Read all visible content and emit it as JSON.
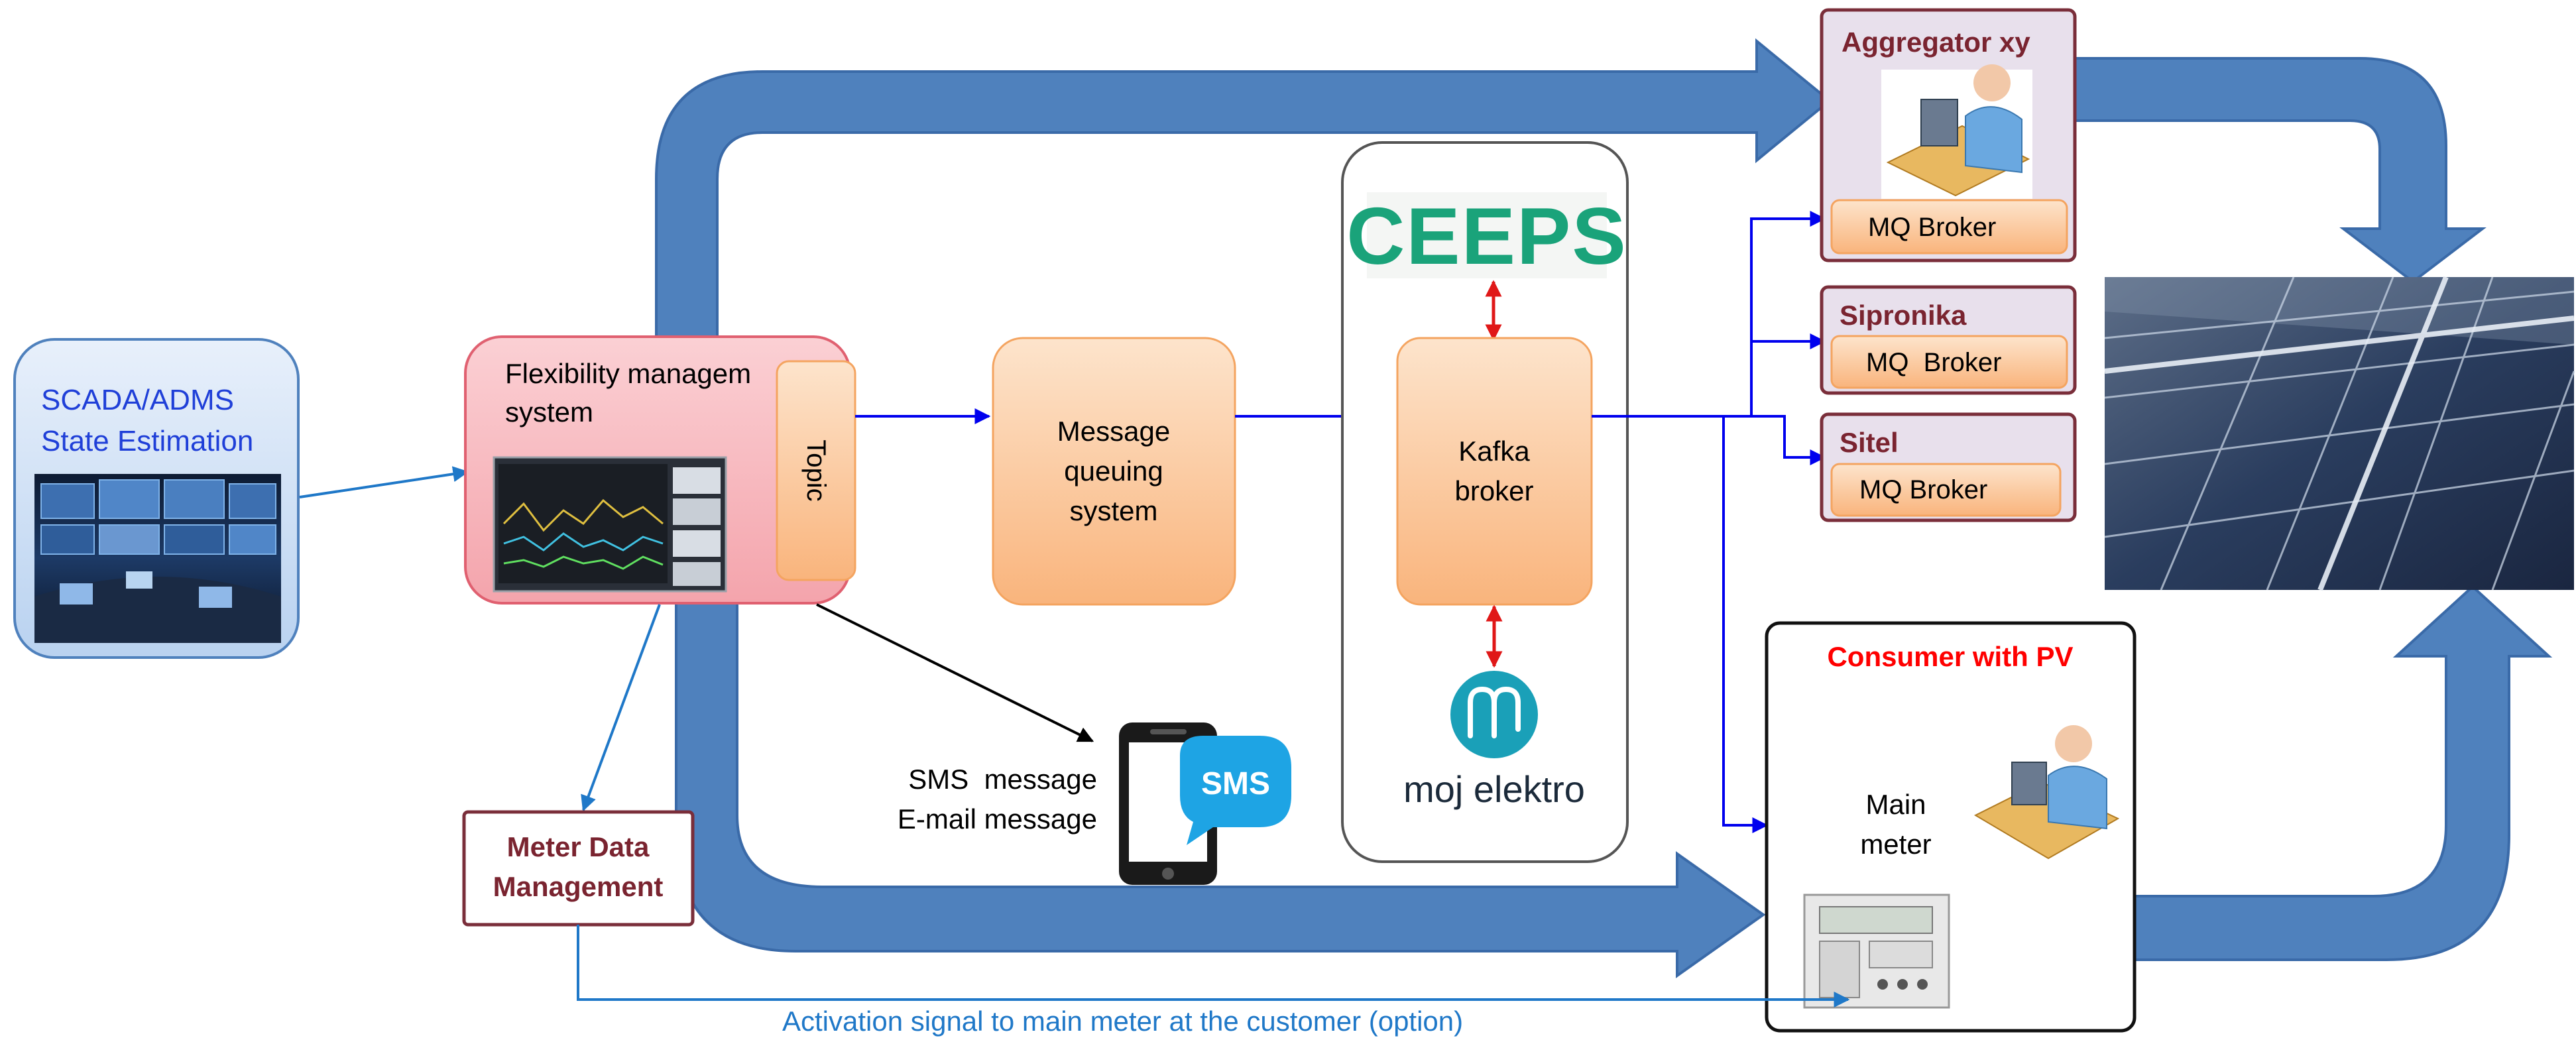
{
  "scada": {
    "line1": "SCADA/ADMS",
    "line2": "State Estimation"
  },
  "flexibility": {
    "line1": "Flexibility managem",
    "line2": "system",
    "topic": "Topic"
  },
  "mq_system": {
    "line1": "Message",
    "line2": "queuing",
    "line3": "system"
  },
  "kafka": {
    "line1": "Kafka",
    "line2": "broker"
  },
  "ceeps_logo": "CEEPS",
  "moj_elektro_logo": "moj elektro",
  "aggregator": {
    "title": "Aggregator xy",
    "broker": "MQ Broker"
  },
  "sipronika": {
    "title": "Sipronika",
    "broker": "MQ  Broker"
  },
  "sitel": {
    "title": "Sitel",
    "broker": "MQ Broker"
  },
  "consumer": {
    "title": "Consumer with PV",
    "meter_line1": "Main",
    "meter_line2": "meter"
  },
  "mdm": {
    "line1": "Meter Data",
    "line2": "Management"
  },
  "messages": {
    "sms": "SMS  message",
    "email": "E-mail message"
  },
  "sms_icon_text": "SMS",
  "activation_signal": "Activation signal to main meter at the customer (option)",
  "colors": {
    "flow_arrow": "#4f81bd",
    "flow_arrow_edge": "#3a6aa8",
    "connector_blue": "#0000ee",
    "connector_light": "#1f78c8",
    "red_arrow": "#e01818",
    "orange_box_top": "#fde2c6",
    "orange_box_bottom": "#f9b47c",
    "orange_border": "#f4a460",
    "pink_box": "#f8b8be",
    "scada_box": "#c9dcf4",
    "maroon_border": "#7a2e3a",
    "maroon_text": "#7a2430",
    "consumer_title": "#ff0000",
    "ceeps_green": "#1aa37a",
    "mojelektro_teal": "#1aa0b8"
  }
}
